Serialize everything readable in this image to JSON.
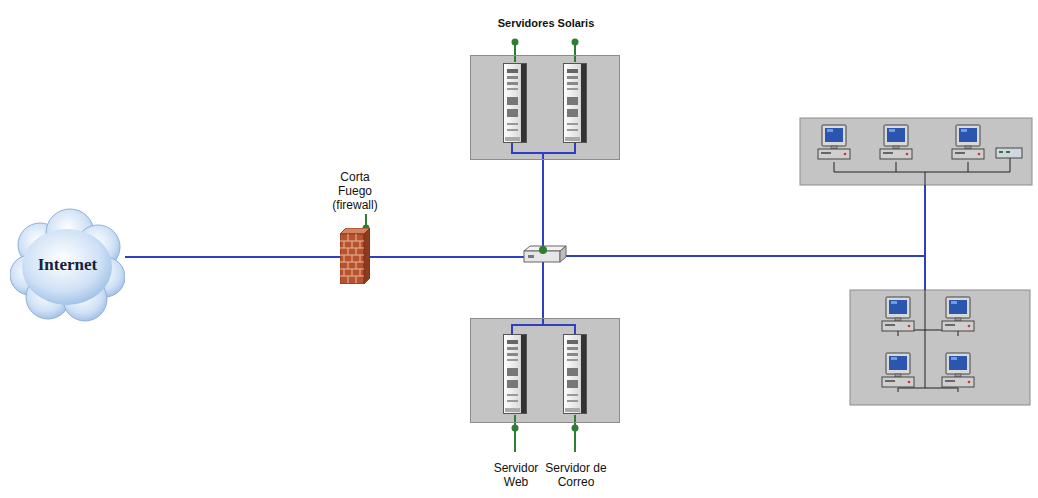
{
  "diagram": {
    "nodes": [
      {
        "text": [
          "Internet"
        ]
      },
      {
        "text": [
          "Corta Fuego (firewall)"
        ]
      },
      {
        "text": [
          "Servidores Solaris"
        ]
      },
      {
        "text": [
          "Servidor Web",
          "Servidor de Correo"
        ]
      }
    ],
    "edges": [
      {
        "from": 0,
        "to": 1,
        "arrow": "none"
      },
      {
        "from": 1,
        "to": 2,
        "arrow": "none"
      },
      {
        "from": 1,
        "to": 3,
        "arrow": "none"
      }
    ]
  }
}
